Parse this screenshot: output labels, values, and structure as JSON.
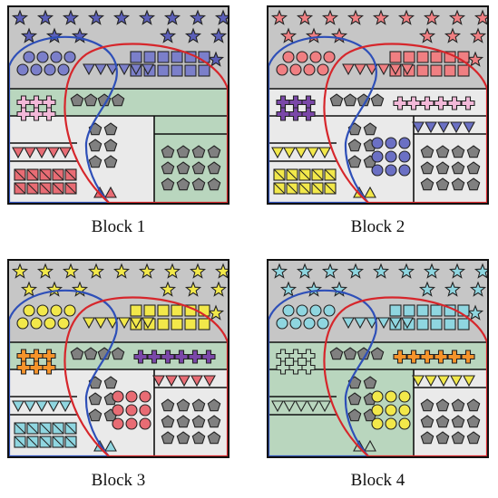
{
  "blocks": [
    {
      "caption": "Block 1",
      "colors": {
        "star": "#5b5fb8",
        "top_group": "#7b7fca",
        "square_group": "#7b7fca",
        "triangle_group": "#7b7fca",
        "cross_group": "#f2b8d8",
        "redtri_group": "#e86c74",
        "diag_group": "#e86c74",
        "middle_group": "#7d7d7d"
      },
      "fills": {
        "upper": "#c6c6c6",
        "mid_band": "#b9d6be",
        "right_panel": "#b9d6be",
        "lower_left": "#eaeaea"
      },
      "icons": [
        "star-icon",
        "circle-icon",
        "square-icon",
        "triangle-icon",
        "cross-icon",
        "pentagon-icon",
        "diagonal-square-icon"
      ]
    },
    {
      "caption": "Block 2",
      "colors": {
        "star": "#f07f82",
        "top_group": "#f07f82",
        "square_group": "#f07f82",
        "triangle_group": "#f07f82",
        "cross_group": "#7a47a8",
        "redtri_group": "#f2e84a",
        "diag_group": "#f2e84a",
        "middle_group": "#7d7d7d",
        "right_cross": "#f2b8d8",
        "blue_tri": "#6b70c4",
        "blue_circle": "#6b70c4"
      },
      "fills": {
        "upper": "#c6c6c6",
        "mid_band": "#eaeaea",
        "right_panel": "#eaeaea",
        "lower_left": "#eaeaea"
      },
      "icons": [
        "star-icon",
        "circle-icon",
        "square-icon",
        "triangle-icon",
        "cross-icon",
        "pentagon-icon",
        "diagonal-square-icon"
      ]
    },
    {
      "caption": "Block 3",
      "colors": {
        "star": "#f2e84a",
        "top_group": "#f2e84a",
        "square_group": "#f2e84a",
        "triangle_group": "#f2e84a",
        "cross_group": "#f5932a",
        "redtri_group": "#8fd6e0",
        "diag_group": "#8fd6e0",
        "middle_group": "#7d7d7d",
        "right_cross": "#7a47a8",
        "blue_tri": "#e86c74",
        "blue_circle": "#e86c74"
      },
      "fills": {
        "upper": "#c6c6c6",
        "mid_band": "#b9d6be",
        "right_panel": "#eaeaea",
        "lower_left": "#eaeaea"
      },
      "icons": [
        "star-icon",
        "circle-icon",
        "square-icon",
        "triangle-icon",
        "cross-icon",
        "pentagon-icon",
        "diagonal-square-icon"
      ]
    },
    {
      "caption": "Block 4",
      "colors": {
        "star": "#8fd6e0",
        "top_group": "#8fd6e0",
        "square_group": "#8fd6e0",
        "triangle_group": "#8fd6e0",
        "cross_group": "#b9d6be",
        "redtri_group": "#b9d6be",
        "diag_group": "#b9d6be",
        "middle_group": "#7d7d7d",
        "right_cross": "#f5932a",
        "blue_tri": "#f2e84a",
        "blue_circle": "#f2e84a"
      },
      "fills": {
        "upper": "#c6c6c6",
        "mid_band": "#b9d6be",
        "right_panel": "#eaeaea",
        "lower_left": "#b9d6be"
      },
      "icons": [
        "star-icon",
        "circle-icon",
        "square-icon",
        "triangle-icon",
        "cross-icon",
        "pentagon-icon"
      ]
    }
  ]
}
